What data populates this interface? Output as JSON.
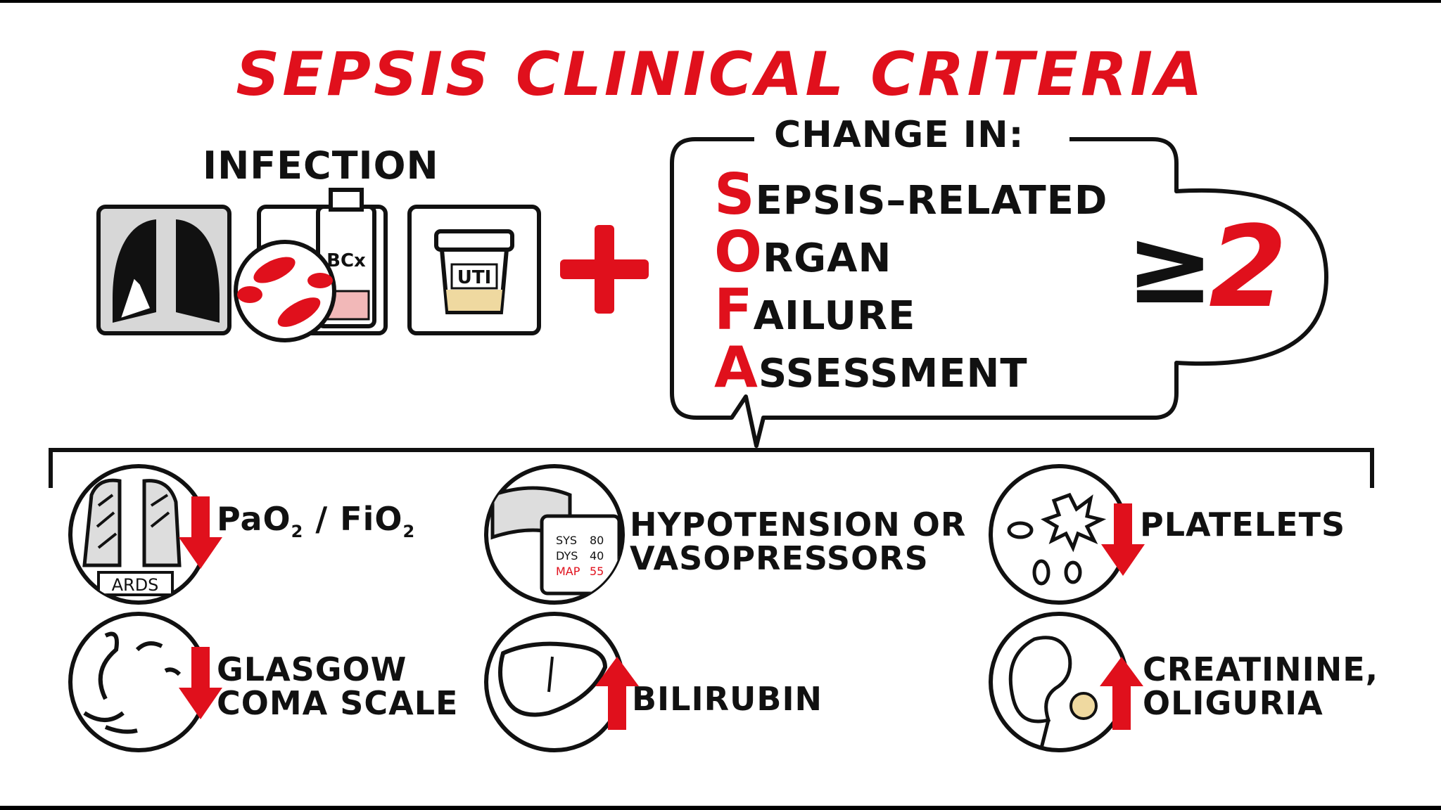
{
  "title": "SEPSIS CLINICAL CRITERIA",
  "infection": {
    "label": "INFECTION",
    "icons": [
      {
        "name": "lung-xray-icon"
      },
      {
        "name": "bacteria-icon",
        "bottle_label": "BCx"
      },
      {
        "name": "urine-cup-icon",
        "cup_label": "UTI"
      }
    ]
  },
  "plus": "+",
  "sofa": {
    "header": "CHANGE IN:",
    "lines": [
      {
        "cap": "S",
        "rest": "EPSIS–RELATED"
      },
      {
        "cap": "O",
        "rest": "RGAN"
      },
      {
        "cap": "F",
        "rest": "AILURE"
      },
      {
        "cap": "A",
        "rest": "SSESSMENT"
      }
    ],
    "threshold_symbol": "≥",
    "threshold_value": "2"
  },
  "criteria": [
    {
      "icon": "lungs-ards-icon",
      "icon_label": "ARDS",
      "arrow": "down",
      "line1": "PaO",
      "sub1": "2",
      "sep": " / ",
      "line1b": "FiO",
      "sub2": "2"
    },
    {
      "icon": "bp-monitor-icon",
      "monitor_labels": [
        "SYS",
        "DYS",
        "MAP",
        "80",
        "40",
        "55"
      ],
      "line1": "HYPOTENSION OR",
      "line2": "VASOPRESSORS"
    },
    {
      "icon": "platelets-icon",
      "arrow": "down",
      "line1": "PLATELETS"
    },
    {
      "icon": "face-icon",
      "arrow": "down",
      "line1": "GLASGOW",
      "line2": "COMA SCALE"
    },
    {
      "icon": "liver-icon",
      "arrow": "up",
      "line1": "BILIRUBIN"
    },
    {
      "icon": "kidney-icon",
      "arrow": "up",
      "line1": "CREATININE,",
      "line2": "OLIGURIA"
    }
  ],
  "colors": {
    "accent": "#e0101c",
    "ink": "#111111",
    "background": "#ffffff"
  }
}
